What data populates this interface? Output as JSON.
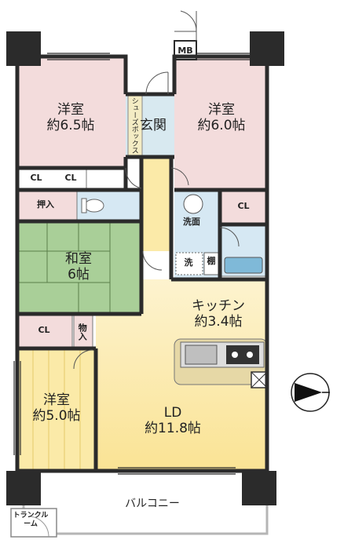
{
  "rooms": {
    "western_a": {
      "name": "洋室",
      "size": "約6.5帖"
    },
    "western_b": {
      "name": "洋室",
      "size": "約6.0帖"
    },
    "western_c": {
      "name": "洋室",
      "size": "約5.0帖"
    },
    "japanese": {
      "name": "和室",
      "size": "6帖"
    },
    "kitchen": {
      "name": "キッチン",
      "size": "約3.4帖"
    },
    "ld": {
      "name": "LD",
      "size": "約11.8帖"
    },
    "entrance": {
      "name": "玄関"
    },
    "washroom": {
      "name": "洗面"
    },
    "balcony": {
      "name": "バルコニー"
    },
    "trunk_room": {
      "name": "トランクルーム"
    }
  },
  "storage": {
    "cl": "CL",
    "oshiire": "押入",
    "mono": "物入",
    "mb": "MB",
    "shoe_box": "シューズボックス",
    "shelf": "棚",
    "washer": "洗"
  },
  "colors": {
    "western": "#f3dcdc",
    "japanese": "#a9cf98",
    "flooring": "#fbeaa8",
    "wet": "#d6e8f3",
    "wall": "#2b2b2b"
  },
  "compass_icon": "north-arrow-icon"
}
